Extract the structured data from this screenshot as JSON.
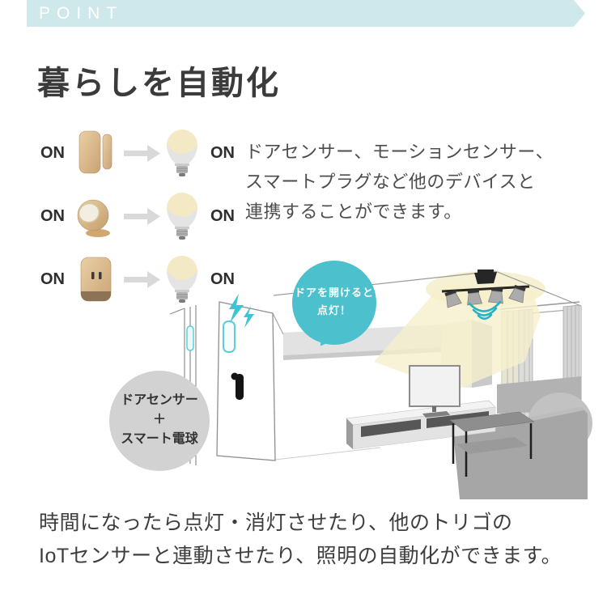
{
  "header": {
    "point_label": "POINT",
    "title": "暮らしを自動化"
  },
  "rows": [
    {
      "left_label": "ON",
      "device": "door-sensor",
      "device_name": "ドアセンサー",
      "result": "bulb-on",
      "right_label": "ON"
    },
    {
      "left_label": "ON",
      "device": "motion-sensor",
      "device_name": "モーションセンサー",
      "result": "bulb-on",
      "right_label": "ON"
    },
    {
      "left_label": "ON",
      "device": "smart-plug",
      "device_name": "スマートプラグ",
      "result": "bulb-on",
      "right_label": "ON"
    }
  ],
  "description": {
    "line1": "ドアセンサー、モーションセンサー、",
    "line2": "スマートプラグなど他のデバイスと",
    "line3": "連携することができます。"
  },
  "illustration": {
    "speech_bubble": {
      "line1": "ドアを開けると",
      "line2": "点灯！"
    },
    "device_combo_label": {
      "line1": "ドアセンサー",
      "line2": "＋",
      "line3": "スマート電球"
    },
    "icons": [
      "ceiling-spotlight",
      "wifi-signal",
      "door-sensor",
      "lightning-bolt",
      "tv",
      "tv-board",
      "sofa",
      "coffee-table",
      "curtains",
      "window"
    ]
  },
  "footer": {
    "line1": "時間になったら点灯・消灯させたり、他のトリゴの",
    "line2": "IoTセンサーと連動させたり、照明の自動化ができます。"
  },
  "colors": {
    "ribbon_bg": "#cfe8ec",
    "accent_teal": "#4cc0cd",
    "wifi_teal": "#26b2c4",
    "light_glow": "#f6f0cc",
    "wood": "#ddb888",
    "circle_label_bg": "#d2d2d2",
    "text_dark": "#3b3b3b",
    "text_body": "#4d4d4d"
  }
}
